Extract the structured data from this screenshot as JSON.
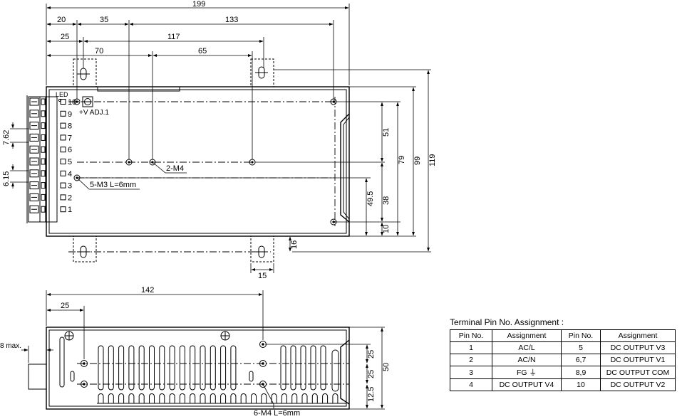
{
  "top_view": {
    "dimensions": {
      "overall_width": "199",
      "d20": "20",
      "d35": "35",
      "d133": "133",
      "d25": "25",
      "d117": "117",
      "d70": "70",
      "d65": "65",
      "v51": "51",
      "v79": "79",
      "v99": "99",
      "v119": "119",
      "v49_5": "49.5",
      "v38": "38",
      "v10": "10",
      "v16": "16",
      "h15": "15",
      "pitch_7_62": "7.62",
      "pitch_6_15": "6.15"
    },
    "led_label": "LED",
    "vadj_label": "+V ADJ.1",
    "callout_m4": "2-M4",
    "callout_m3": "5-M3 L=6mm",
    "terminal_numbers": [
      "10",
      "9",
      "8",
      "7",
      "6",
      "5",
      "4",
      "3",
      "2",
      "1"
    ]
  },
  "side_view": {
    "dimensions": {
      "d142": "142",
      "d25": "25",
      "max8": "8 max.",
      "v25a": "25",
      "v25b": "25",
      "v12_5": "12.5",
      "v50": "50"
    },
    "callout_m4": "6-M4 L=6mm"
  },
  "pin_table": {
    "title": "Terminal Pin No. Assignment :",
    "headers": [
      "Pin No.",
      "Assignment",
      "Pin No.",
      "Assignment"
    ],
    "rows": [
      [
        "1",
        "AC/L",
        "5",
        "DC OUTPUT V3"
      ],
      [
        "2",
        "AC/N",
        "6,7",
        "DC OUTPUT V1"
      ],
      [
        "3",
        "FG ⏚",
        "8,9",
        "DC OUTPUT COM"
      ],
      [
        "4",
        "DC OUTPUT V4",
        "10",
        "DC OUTPUT V2"
      ]
    ]
  }
}
